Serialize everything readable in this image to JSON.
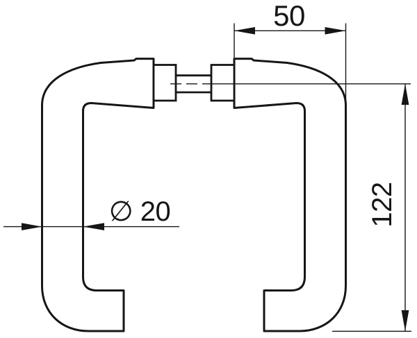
{
  "drawing": {
    "background_color": "#ffffff",
    "line_color": "#161616",
    "subject": "door lever handle pair, front elevation",
    "dimensions": {
      "handle_depth": {
        "label": "50",
        "unit": "mm-implied"
      },
      "handle_height": {
        "label": "122",
        "unit": "mm-implied"
      },
      "tube_diameter": {
        "label": "∅ 20",
        "symbol": "∅",
        "value": "20",
        "unit": "mm-implied"
      }
    }
  }
}
